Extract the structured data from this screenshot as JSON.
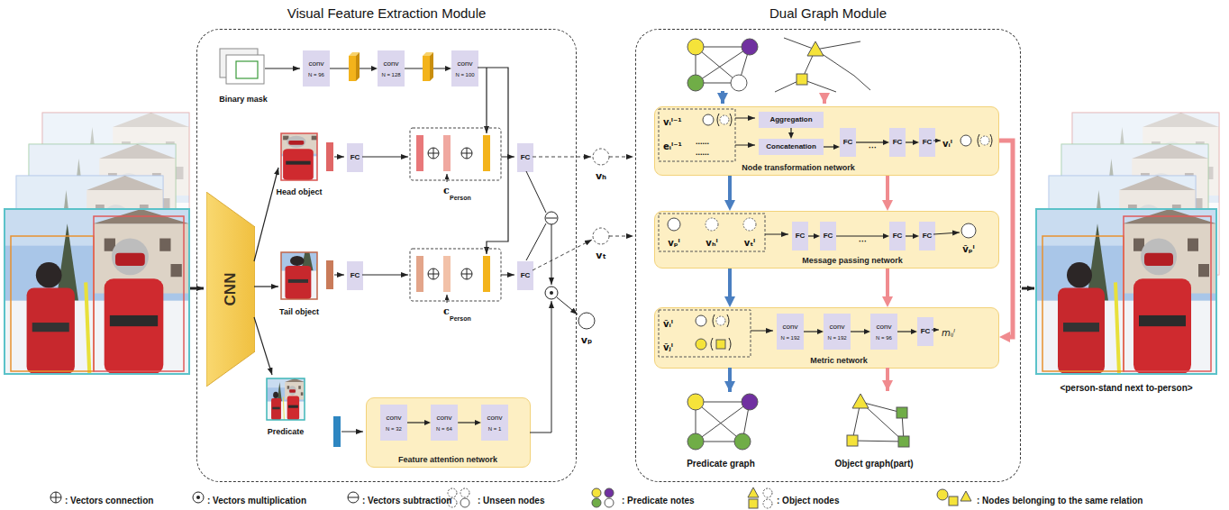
{
  "diagram": {
    "nodes": [
      {
        "text": [
          "Visual Feature Extraction Module"
        ]
      },
      {
        "text": [
          "Dual Graph Module"
        ]
      },
      {
        "text": [
          "CNN"
        ],
        "in": 0
      },
      {
        "text": [
          "conv",
          "N = 96"
        ],
        "in": 0
      },
      {
        "text": [
          "conv",
          "N = 128"
        ],
        "in": 0
      },
      {
        "text": [
          "conv",
          "N = 100"
        ],
        "in": 0
      },
      {
        "text": [
          "FC"
        ],
        "in": 0
      },
      {
        "text": [
          "FC"
        ],
        "in": 0
      },
      {
        "text": [
          "FC"
        ],
        "in": 0
      },
      {
        "text": [
          "FC"
        ],
        "in": 0
      },
      {
        "text": [
          "Feature attention network"
        ],
        "in": 0
      },
      {
        "text": [
          "conv",
          "N = 32"
        ],
        "in": 10
      },
      {
        "text": [
          "conv",
          "N = 64"
        ],
        "in": 10
      },
      {
        "text": [
          "conv",
          "N = 1"
        ],
        "in": 10
      },
      {
        "text": [
          "Node transformation network"
        ],
        "in": 1
      },
      {
        "text": [
          "Aggregation"
        ],
        "in": 14
      },
      {
        "text": [
          "Concatenation"
        ],
        "in": 14
      },
      {
        "text": [
          "FC"
        ],
        "in": 14
      },
      {
        "text": [
          "FC"
        ],
        "in": 14
      },
      {
        "text": [
          "FC"
        ],
        "in": 14
      },
      {
        "text": [
          "Message passing network"
        ],
        "in": 1
      },
      {
        "text": [
          "FC"
        ],
        "in": 20
      },
      {
        "text": [
          "FC"
        ],
        "in": 20
      },
      {
        "text": [
          "FC"
        ],
        "in": 20
      },
      {
        "text": [
          "FC"
        ],
        "in": 20
      },
      {
        "text": [
          "Metric network"
        ],
        "in": 1
      },
      {
        "text": [
          "conv",
          "N = 192"
        ],
        "in": 25
      },
      {
        "text": [
          "conv",
          "N = 192"
        ],
        "in": 25
      },
      {
        "text": [
          "conv",
          "N = 96"
        ],
        "in": 25
      },
      {
        "text": [
          "FC"
        ],
        "in": 25
      }
    ],
    "edges": [
      {
        "from": 3,
        "to": 4,
        "arrow": "to"
      },
      {
        "from": 4,
        "to": 5,
        "arrow": "to"
      },
      {
        "from": 11,
        "to": 12,
        "arrow": "to"
      },
      {
        "from": 12,
        "to": 13,
        "arrow": "to"
      },
      {
        "from": 15,
        "to": 16,
        "arrow": "to"
      },
      {
        "from": 16,
        "to": 17,
        "arrow": "to"
      },
      {
        "from": 17,
        "to": 18,
        "label": "···",
        "arrow": "to"
      },
      {
        "from": 18,
        "to": 19,
        "arrow": "to"
      },
      {
        "from": 21,
        "to": 22,
        "arrow": "to"
      },
      {
        "from": 22,
        "to": 23,
        "label": "···",
        "arrow": "to"
      },
      {
        "from": 23,
        "to": 24,
        "arrow": "to"
      },
      {
        "from": 26,
        "to": 27,
        "arrow": "to"
      },
      {
        "from": 27,
        "to": 28,
        "arrow": "to"
      },
      {
        "from": 28,
        "to": 29,
        "arrow": "to"
      },
      {
        "from": 14,
        "to": 20,
        "arrow": "to"
      },
      {
        "from": 14,
        "to": 20,
        "arrow": "to"
      },
      {
        "from": 20,
        "to": 25,
        "arrow": "to"
      },
      {
        "from": 20,
        "to": 25,
        "arrow": "to"
      },
      {
        "from": 14,
        "to": 25,
        "arrow": "to"
      }
    ],
    "labels": [
      "Binary mask",
      "Head object",
      "Tail object",
      "Predicate",
      "c",
      "Person",
      "c",
      "Person",
      "vₕ",
      "vₜ",
      "vₚ",
      "vᵢˡ⁻¹",
      "eᵢˡ⁻¹",
      "......",
      "......",
      "vᵢˡ",
      "vₚˡ",
      "vₕˡ",
      "vₜˡ",
      "ṽₚˡ",
      "ṽᵢˡ",
      "ṽⱼˡ",
      "mᵢⱼˡ",
      "Predicate graph",
      "Object graph(part)",
      "<person-stand next to-person>"
    ],
    "legend": [
      {
        "text": ": Vectors connection"
      },
      {
        "text": ": Vectors multiplication"
      },
      {
        "text": ": Vectors subtraction"
      },
      {
        "text": ": Unseen nodes"
      },
      {
        "text": ": Predicate notes"
      },
      {
        "text": ": Object nodes"
      },
      {
        "text": ": Nodes belonging to the same relation"
      }
    ]
  }
}
